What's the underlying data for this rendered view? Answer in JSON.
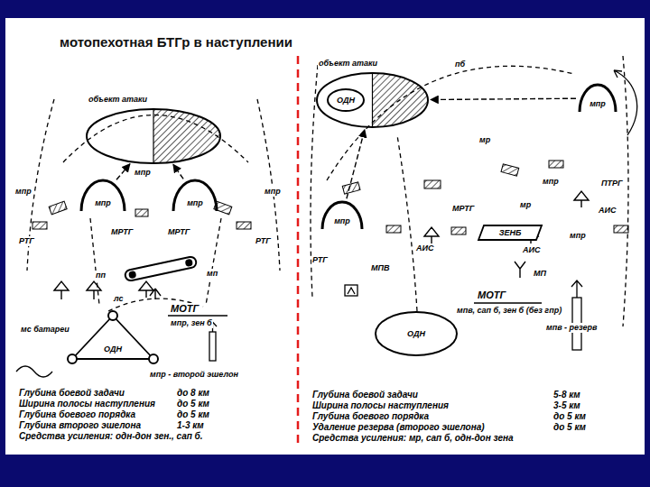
{
  "diagram": {
    "title": "мотопехотная БТГр в наступлении",
    "nodes": [
      {
        "text": [
          "объект атаки"
        ]
      },
      {
        "text": [
          "мпр"
        ]
      },
      {
        "text": [
          "мпр"
        ]
      },
      {
        "text": [
          "ОДН"
        ]
      },
      {
        "text": [
          "объект атаки"
        ]
      },
      {
        "text": [
          "ОДН"
        ],
        "in": 4
      },
      {
        "text": [
          "мпр"
        ]
      },
      {
        "text": [
          "мпр"
        ]
      },
      {
        "text": [
          "ЗЕНБ"
        ]
      },
      {
        "text": [
          "ОДН"
        ]
      }
    ],
    "edges": [
      {
        "from": 1,
        "to": 0,
        "arrow": "to"
      },
      {
        "from": 2,
        "to": 0,
        "arrow": "to"
      },
      {
        "from": 6,
        "to": 4,
        "arrow": "to"
      },
      {
        "from": 7,
        "to": 4,
        "arrow": "to"
      }
    ],
    "labels": [
      "мпр",
      "мпр",
      "РТГ",
      "РТГ",
      "МРТГ",
      "МРТГ",
      "мпр",
      "пп",
      "лс",
      "мп",
      "МОТГ",
      "мпр, зен б",
      "мпр - второй эшелон",
      "мс батареи",
      "пб",
      "мр",
      "мпр",
      "мр",
      "МРТГ",
      "ПТРГ",
      "АИС",
      "АИС",
      "АИС",
      "мпр",
      "РТГ",
      "МПВ",
      "МП",
      "МОТГ",
      "мпв, сап б, зен б (без гпр)",
      "мпв - резерв",
      "Глубина боевой задачи",
      "до 8 км",
      "Ширина полосы наступления",
      "до 5 км",
      "Глубина боевого порядка",
      "до 5 км",
      "Глубина второго эшелона",
      "1-3 км",
      "Средства усиления: одн-дон зен., сап б.",
      "Глубина боевой задачи",
      "5-8 км",
      "Ширина полосы наступления",
      "3-5 км",
      "Глубина боевого порядка",
      "до 5 км",
      "Удаление резерва (второго эшелона)",
      "до 5 км",
      "Средства усиления: мр, сап б, одн-дон зена"
    ]
  }
}
